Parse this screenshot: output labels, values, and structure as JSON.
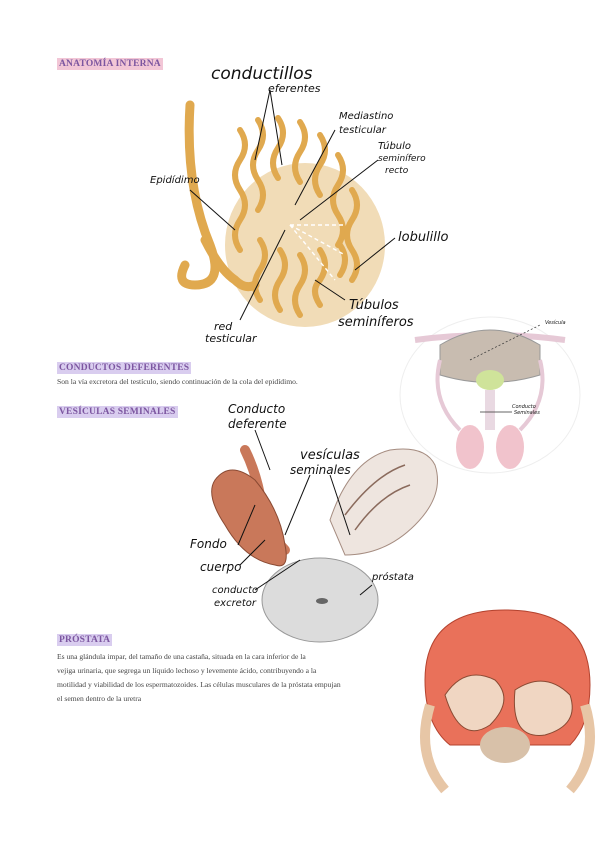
{
  "sections": {
    "anatomia": {
      "heading": "ANATOMÍA INTERNA"
    },
    "conductos": {
      "heading": "CONDUCTOS DEFERENTES",
      "text": "Son la vía excretora del testículo, siendo continuación de la cola del epidídimo."
    },
    "vesiculas": {
      "heading": "VESÍCULAS SEMINALES"
    },
    "prostata": {
      "heading": "PRÓSTATA",
      "lines": [
        "Es una glándula impar, del tamaño de una castaña, situada en la cara inferior de la",
        "vejiga urinaria, que segrega un líquido lechoso y levemente ácido, contribuyendo a la",
        "motilidad y viabilidad de los espermatozoides. Las células musculares de la próstata empujan",
        "el semen dentro de la uretra"
      ]
    }
  },
  "testis_labels": {
    "conductillos": "conductillos",
    "eferentes": "eferentes",
    "mediastino_1": "Mediastino",
    "mediastino_2": "testicular",
    "tubulo_1": "Túbulo",
    "tubulo_2": "seminífero",
    "tubulo_3": "recto",
    "epididimo": "Epidídimo",
    "lobulillo": "lobulillo",
    "red_1": "red",
    "red_2": "testicular",
    "tubulos_1": "Túbulos",
    "tubulos_2": "seminíferos"
  },
  "small_diagram_labels": {
    "l1": "Vesícula",
    "l2": "Conducto",
    "l3": "Seminales"
  },
  "vesicle_labels": {
    "conducto_1": "Conducto",
    "conducto_2": "deferente",
    "vesiculas_1": "vesículas",
    "vesiculas_2": "seminales",
    "fondo": "Fondo",
    "cuerpo": "cuerpo",
    "excretor_1": "conducto",
    "excretor_2": "excretor",
    "prostata": "próstata"
  },
  "colors": {
    "heading": "#7c56a0",
    "highlight_pink": "#f2c6d6",
    "highlight_lavender": "#d9cdef",
    "tubule": "#e0a94f",
    "testis_bg": "#f1dcb7",
    "vesicle": "#c9785a",
    "prostate": "#dcdcdc"
  }
}
